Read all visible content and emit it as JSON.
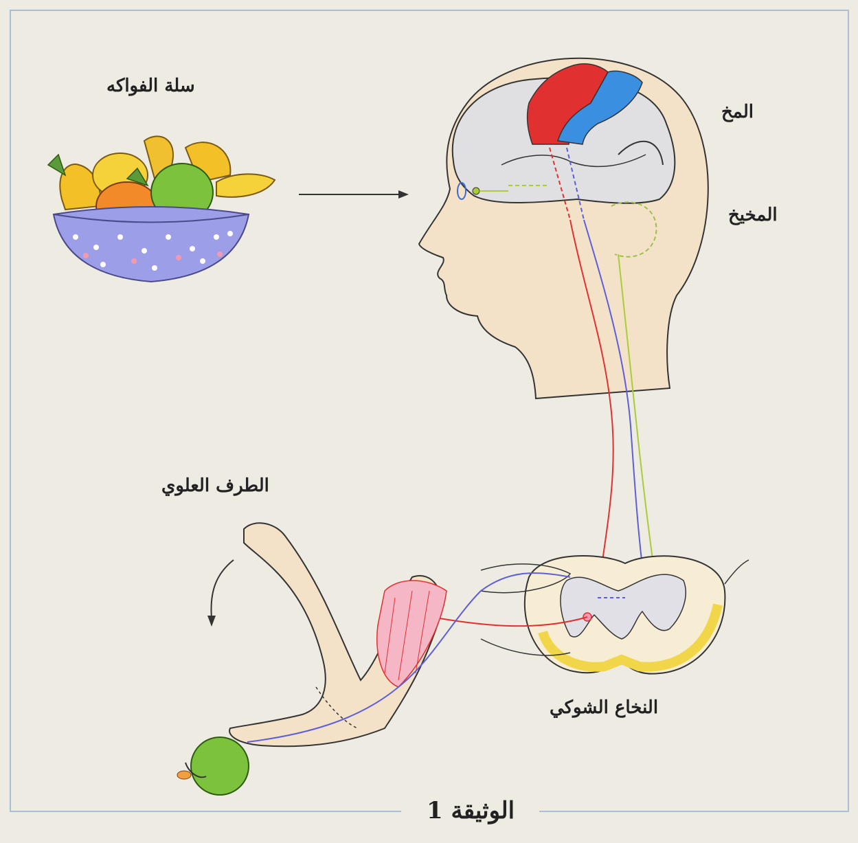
{
  "labels": {
    "fruit_basket": "سلة الفواكه",
    "brain": "المخ",
    "cerebellum": "المخيخ",
    "upper_limb": "الطرف العلوي",
    "spinal_cord": "النخاع الشوكي"
  },
  "caption": "الوثيقة 1",
  "colors": {
    "frame": "#a9bfd6",
    "motor_area": "#e03030",
    "sensory_area": "#3a8fe0",
    "pathway_red": "#e03030",
    "pathway_blue": "#5b5ed8",
    "pathway_green": "#a9cc3a",
    "head_fill": "#f3e2c8",
    "white_matter": "#f2d64a"
  }
}
